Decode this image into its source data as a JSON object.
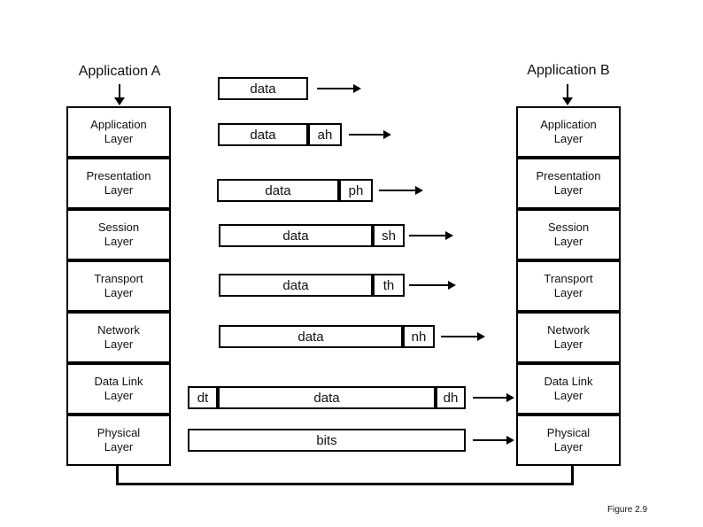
{
  "diagram": {
    "titles": {
      "left": "Application A",
      "right": "Application B"
    },
    "osi_layers": [
      {
        "line1": "Application",
        "line2": "Layer"
      },
      {
        "line1": "Presentation",
        "line2": "Layer"
      },
      {
        "line1": "Session",
        "line2": "Layer"
      },
      {
        "line1": "Transport",
        "line2": "Layer"
      },
      {
        "line1": "Network",
        "line2": "Layer"
      },
      {
        "line1": "Data Link",
        "line2": "Layer"
      },
      {
        "line1": "Physical",
        "line2": "Layer"
      }
    ],
    "encapsulation_rows": [
      {
        "segments": [
          "data"
        ]
      },
      {
        "segments": [
          "data",
          "ah"
        ]
      },
      {
        "segments": [
          "data",
          "ph"
        ]
      },
      {
        "segments": [
          "data",
          "sh"
        ]
      },
      {
        "segments": [
          "data",
          "th"
        ]
      },
      {
        "segments": [
          "data",
          "nh"
        ]
      },
      {
        "segments": [
          "dt",
          "data",
          "dh"
        ]
      },
      {
        "segments": [
          "bits"
        ]
      }
    ],
    "caption": "Figure 2.9",
    "colors": {
      "line": "#000000",
      "background": "#ffffff",
      "text": "#111111"
    }
  }
}
